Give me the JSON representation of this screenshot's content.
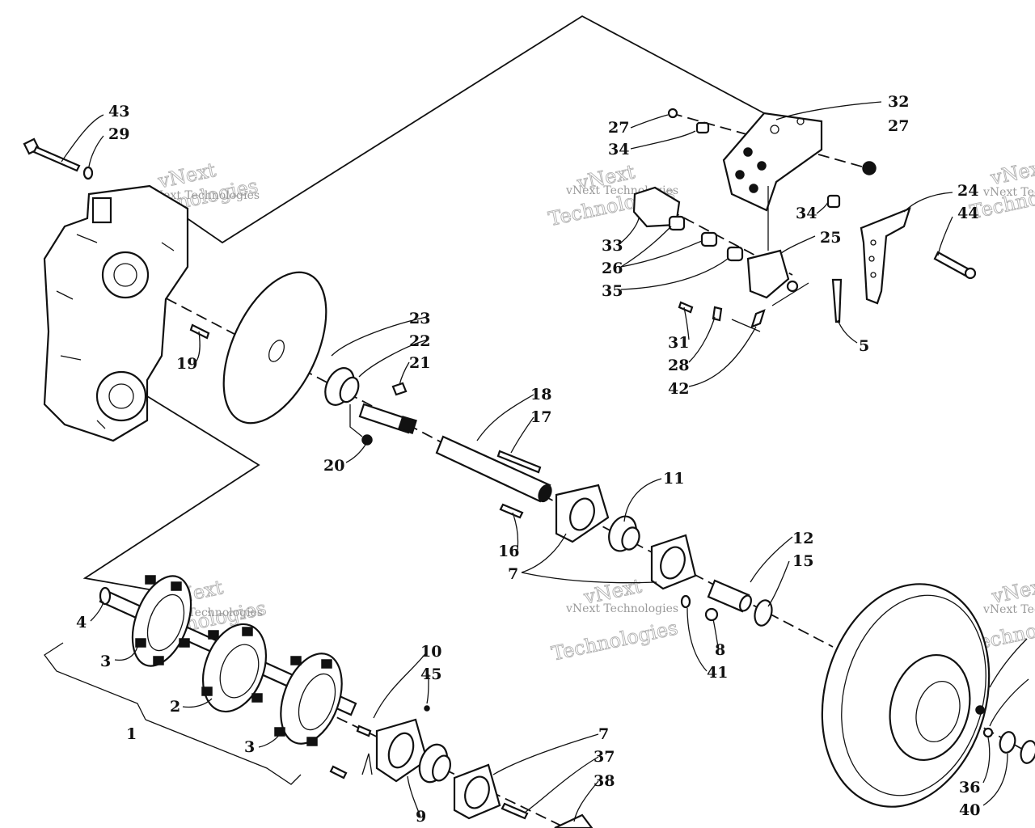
{
  "watermark": {
    "line1": "vNext",
    "line2": "Technologies",
    "small": "vNext Technologies"
  },
  "callouts": [
    {
      "id": "c43",
      "label": "43"
    },
    {
      "id": "c29",
      "label": "29"
    },
    {
      "id": "c32",
      "label": "32"
    },
    {
      "id": "c27a",
      "label": "27"
    },
    {
      "id": "c27b",
      "label": "27"
    },
    {
      "id": "c34a",
      "label": "34"
    },
    {
      "id": "c24",
      "label": "24"
    },
    {
      "id": "c44",
      "label": "44"
    },
    {
      "id": "c34b",
      "label": "34"
    },
    {
      "id": "c33",
      "label": "33"
    },
    {
      "id": "c25",
      "label": "25"
    },
    {
      "id": "c26",
      "label": "26"
    },
    {
      "id": "c35",
      "label": "35"
    },
    {
      "id": "c23",
      "label": "23"
    },
    {
      "id": "c22",
      "label": "22"
    },
    {
      "id": "c21",
      "label": "21"
    },
    {
      "id": "c19",
      "label": "19"
    },
    {
      "id": "c31",
      "label": "31"
    },
    {
      "id": "c28",
      "label": "28"
    },
    {
      "id": "c42",
      "label": "42"
    },
    {
      "id": "c5",
      "label": "5"
    },
    {
      "id": "c18",
      "label": "18"
    },
    {
      "id": "c17",
      "label": "17"
    },
    {
      "id": "c20",
      "label": "20"
    },
    {
      "id": "c11",
      "label": "11"
    },
    {
      "id": "c16",
      "label": "16"
    },
    {
      "id": "c7a",
      "label": "7"
    },
    {
      "id": "c12",
      "label": "12"
    },
    {
      "id": "c15",
      "label": "15"
    },
    {
      "id": "c4",
      "label": "4"
    },
    {
      "id": "c8",
      "label": "8"
    },
    {
      "id": "c41",
      "label": "41"
    },
    {
      "id": "c3a",
      "label": "3"
    },
    {
      "id": "c10",
      "label": "10"
    },
    {
      "id": "c45",
      "label": "45"
    },
    {
      "id": "c2",
      "label": "2"
    },
    {
      "id": "c1",
      "label": "1"
    },
    {
      "id": "c3b",
      "label": "3"
    },
    {
      "id": "c7b",
      "label": "7"
    },
    {
      "id": "c37",
      "label": "37"
    },
    {
      "id": "c38",
      "label": "38"
    },
    {
      "id": "c9",
      "label": "9"
    },
    {
      "id": "c36",
      "label": "36"
    },
    {
      "id": "c40",
      "label": "40"
    }
  ]
}
